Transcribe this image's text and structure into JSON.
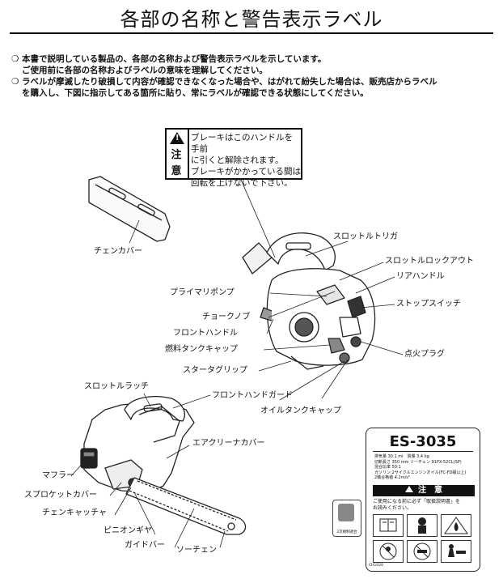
{
  "page": {
    "title": "各部の名称と警告表示ラベル",
    "notes": [
      "本書で説明している製品の、各部の名称および警告表示ラベルを示しています。",
      "ご使用前に各部の名称およびラベルの意味を理解してください。",
      "ラベルが摩滅したり破損して内容が確認できなくなった場合や、はがれて紛失した場合は、販売店からラベル",
      "を購入し、下図に指示してある箇所に貼り、常にラベルが確認できる状態にしてください。"
    ],
    "bullet": "❍"
  },
  "warning_label": {
    "kanji_top": "注",
    "kanji_bottom": "意",
    "lines": [
      "ブレーキはこのハンドルを手前",
      "に引くと解除されます。",
      "ブレーキがかかっている間は",
      "回転を上げないで下さい。"
    ]
  },
  "parts_upper": {
    "chain_cover": "チェンカバー",
    "throttle_trigger": "スロットルトリガ",
    "throttle_lockout": "スロットルロックアウト",
    "rear_handle": "リアハンドル",
    "primer_pump": "プライマリポンプ",
    "stop_switch": "ストップスイッチ",
    "choke_knob": "チョークノブ",
    "front_handle": "フロントハンドル",
    "fuel_tank_cap": "燃料タンクキャップ",
    "spark_plug": "点火プラグ",
    "starter_grip": "スタータグリップ",
    "front_hand_guard": "フロントハンドガード",
    "oil_tank_cap": "オイルタンクキャップ"
  },
  "parts_lower": {
    "throttle_latch": "スロットルラッチ",
    "air_cleaner_cover": "エアクリーナカバー",
    "muffler": "マフラー",
    "sprocket_cover": "スプロケットカバー",
    "chain_catcher": "チェンキャッチャ",
    "pinion_gear": "ピニオンギヤ",
    "guide_bar": "ガイドバー",
    "saw_chain": "ソーチェン"
  },
  "spec_label": {
    "model": "ES-3035",
    "specs": [
      "排気量 30.1 ml　質量 3.4 kg",
      "切断長さ 350 mm ソーチェン 91PX-52CL(SP)",
      "混合比率 50:1",
      "ガソリン:2サイクルエンジンオイル(FC-FD級以上)",
      "2機合格値 4.2m/s²"
    ],
    "caution": "注　意",
    "manual_note": [
      "ご使用になる前に必ず「取扱説明書」を",
      "お読みください。"
    ],
    "rating_caption": "2次規制適合",
    "code": "CH1020"
  }
}
